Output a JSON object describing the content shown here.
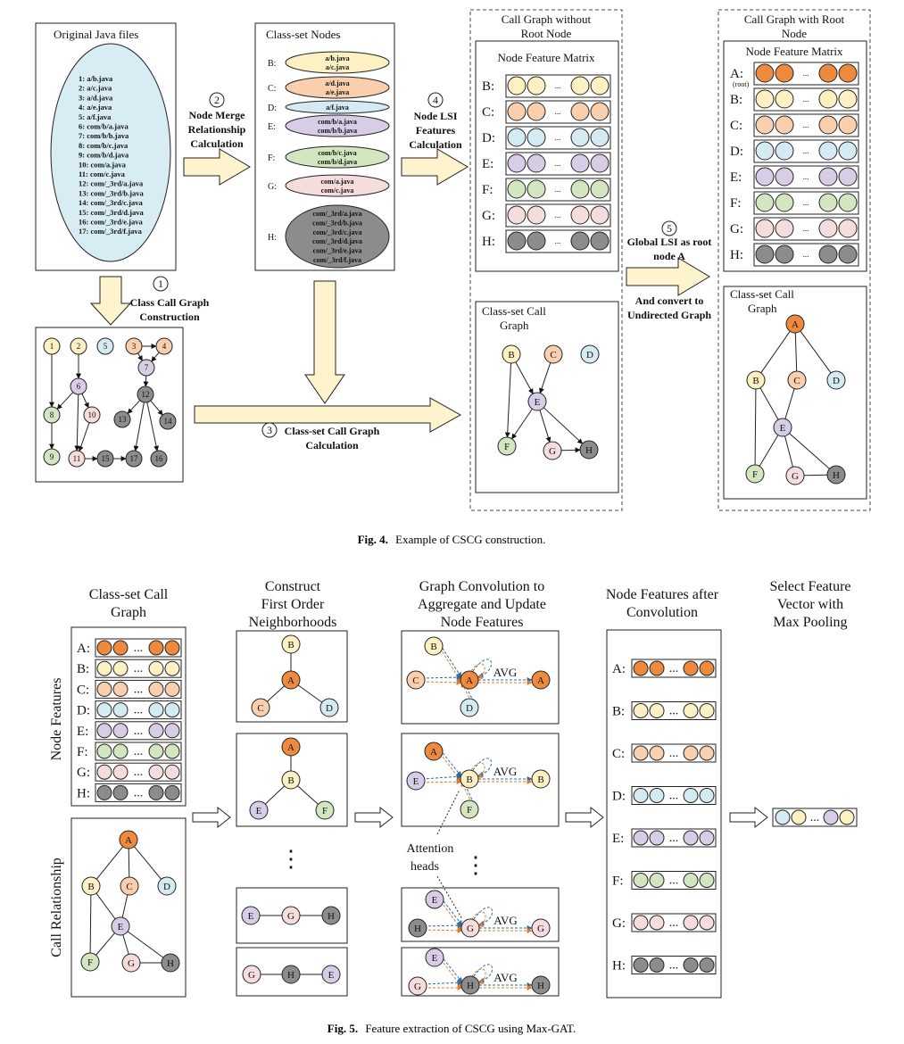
{
  "colors": {
    "A": "#ee8a3d",
    "B": "#fdf1c4",
    "C": "#f9cfae",
    "D": "#d5ebf4",
    "E": "#d8cde6",
    "F": "#d3e6c0",
    "G": "#f6dddd",
    "H": "#8c8c8c",
    "java_blue": "#d8ecf3",
    "arrow_fill": "#fdf3cc"
  },
  "fig4": {
    "caption_label": "Fig. 4.",
    "caption_text": "Example of CSCG construction.",
    "java_box_title": "Original Java files",
    "java_files": [
      "1:  a/b.java",
      "2:  a/c.java",
      "3:  a/d.java",
      "4:  a/e.java",
      "5:  a/f.java",
      "6:  com/b/a.java",
      "7:  com/b/b.java",
      "8:  com/b/c.java",
      "9:  com/b/d.java",
      "10:  com/a.java",
      "11:  com/c.java",
      "12:  com/_3rd/a.java",
      "13:  com/_3rd/b.java",
      "14:  com/_3rd/c.java",
      "15:  com/_3rd/d.java",
      "16:  com/_3rd/e.java",
      "17:  com/_3rd/f.java"
    ],
    "step1_num": "1",
    "step1_label": [
      "Class Call Graph",
      "Construction"
    ],
    "step2_num": "2",
    "step2_label": [
      "Node Merge",
      "Relationship",
      "Calculation"
    ],
    "step3_num": "3",
    "step3_label": [
      "Class-set Call Graph",
      "Calculation"
    ],
    "step4_num": "4",
    "step4_label": [
      "Node LSI",
      "Features",
      "Calculation"
    ],
    "step5_num": "5",
    "step5_label": [
      "Global LSI as root",
      "node A"
    ],
    "step5_sub": [
      "And convert to",
      "Undirected Graph"
    ],
    "classset_title": "Class-set Nodes",
    "classset": [
      {
        "key": "B:",
        "files": [
          "a/b.java",
          "a/c.java"
        ]
      },
      {
        "key": "C:",
        "files": [
          "a/d.java",
          "a/e.java"
        ]
      },
      {
        "key": "D:",
        "files": [
          "a/f.java"
        ]
      },
      {
        "key": "E:",
        "files": [
          "com/b/a.java",
          "com/b/b.java"
        ]
      },
      {
        "key": "F:",
        "files": [
          "com/b/c.java",
          "com/b/d.java"
        ]
      },
      {
        "key": "G:",
        "files": [
          "com/a.java",
          "com/c.java"
        ]
      },
      {
        "key": "H:",
        "files": [
          "com/_3rd/a.java",
          "com/_3rd/b.java",
          "com/_3rd/c.java",
          "com/_3rd/d.java",
          "com/_3rd/e.java",
          "com/_3rd/f.java"
        ]
      }
    ],
    "callgraph_nodes": [
      "1",
      "2",
      "5",
      "3",
      "4",
      "7",
      "6",
      "12",
      "8",
      "10",
      "13",
      "14",
      "9",
      "11",
      "15",
      "17",
      "16"
    ],
    "no_root_title": [
      "Call Graph without",
      "Root Node"
    ],
    "with_root_title": [
      "Call Graph with Root",
      "Node"
    ],
    "matrix_title": "Node Feature Matrix",
    "matrix_rows": [
      "B:",
      "C:",
      "D:",
      "E:",
      "F:",
      "G:",
      "H:"
    ],
    "matrix_rows_root": [
      "A:",
      "B:",
      "C:",
      "D:",
      "E:",
      "F:",
      "G:",
      "H:"
    ],
    "root_tag": "(root)",
    "ellipsis": "...",
    "cscg_title": [
      "Class-set Call",
      "Graph"
    ],
    "graph_labels": [
      "A",
      "B",
      "C",
      "D",
      "E",
      "F",
      "G",
      "H"
    ]
  },
  "fig5": {
    "caption_label": "Fig. 5.",
    "caption_text": "Feature extraction of CSCG using Max-GAT.",
    "col1_title": [
      "Class-set Call",
      "Graph"
    ],
    "col2_title": [
      "Construct",
      "First Order",
      "Neighborhoods"
    ],
    "col3_title": [
      "Graph Convolution to",
      "Aggregate and Update",
      "Node Features"
    ],
    "col4_title": [
      "Node Features after",
      "Convolution"
    ],
    "col5_title": [
      "Select Feature",
      "Vector with",
      "Max Pooling"
    ],
    "side_label_features": "Node Features",
    "side_label_call": "Call Relationship",
    "rows": [
      "A:",
      "B:",
      "C:",
      "D:",
      "E:",
      "F:",
      "G:",
      "H:"
    ],
    "ellipsis": "...",
    "avg": "AVG",
    "vdots": "⋮",
    "attention": [
      "Attention",
      "heads"
    ]
  }
}
